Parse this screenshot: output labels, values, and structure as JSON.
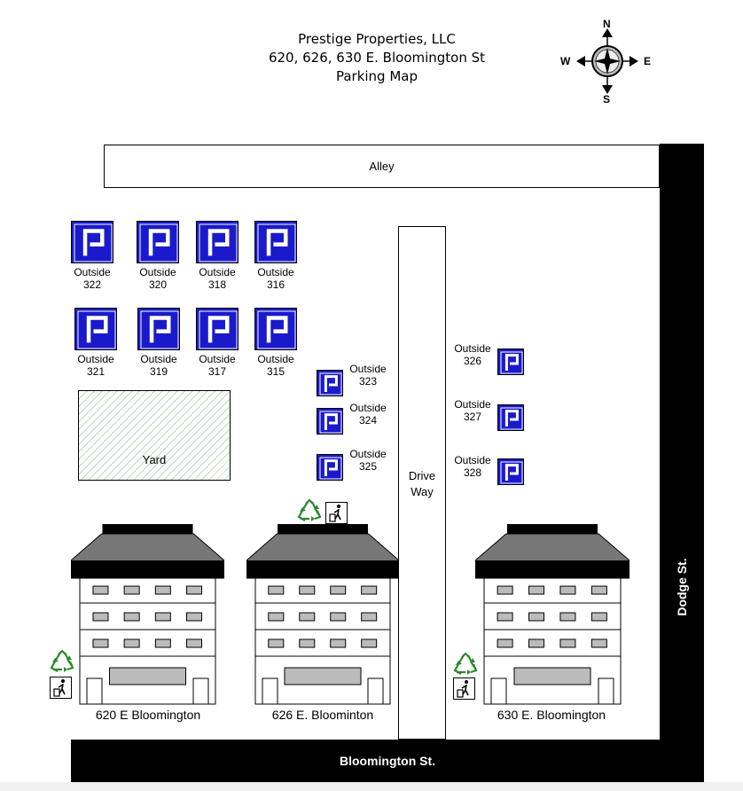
{
  "header": {
    "line1": "Prestige Properties, LLC",
    "line2": "620, 626, 630 E. Bloomington St",
    "line3": "Parking Map"
  },
  "compass": {
    "n": "N",
    "s": "S",
    "e": "E",
    "w": "W"
  },
  "streets": {
    "alley": "Alley",
    "dodge": "Dodge St.",
    "bloomington": "Bloomington St."
  },
  "driveway": {
    "line1": "Drive",
    "line2": "Way"
  },
  "yard": {
    "label": "Yard"
  },
  "spots": [
    {
      "id": "322",
      "label": "Outside",
      "number": "322"
    },
    {
      "id": "320",
      "label": "Outside",
      "number": "320"
    },
    {
      "id": "318",
      "label": "Outside",
      "number": "318"
    },
    {
      "id": "316",
      "label": "Outside",
      "number": "316"
    },
    {
      "id": "321",
      "label": "Outside",
      "number": "321"
    },
    {
      "id": "319",
      "label": "Outside",
      "number": "319"
    },
    {
      "id": "317",
      "label": "Outside",
      "number": "317"
    },
    {
      "id": "315",
      "label": "Outside",
      "number": "315"
    },
    {
      "id": "323",
      "label": "Outside",
      "number": "323"
    },
    {
      "id": "324",
      "label": "Outside",
      "number": "324"
    },
    {
      "id": "325",
      "label": "Outside",
      "number": "325"
    },
    {
      "id": "326",
      "label": "Outside",
      "number": "326"
    },
    {
      "id": "327",
      "label": "Outside",
      "number": "327"
    },
    {
      "id": "328",
      "label": "Outside",
      "number": "328"
    }
  ],
  "buildings": [
    {
      "name": "620 E Bloomington"
    },
    {
      "name": "626 E. Bloominton"
    },
    {
      "name": "630 E. Bloomington"
    }
  ],
  "colors": {
    "parking_sign": "#1a1acc",
    "recycle": "#2a8a2a",
    "yard_hatch": "#b9dcb9"
  },
  "icons": {
    "parking": "parking-sign-icon",
    "recycle": "recycle-icon",
    "trash": "trash-can-icon"
  }
}
